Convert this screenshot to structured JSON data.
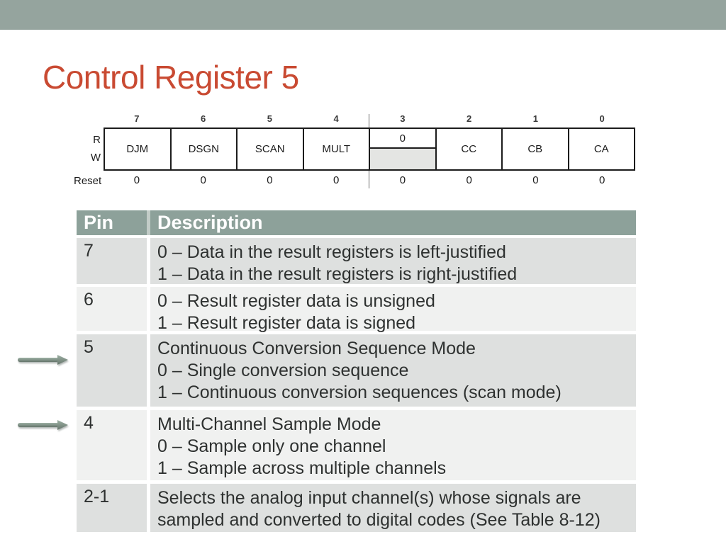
{
  "slide": {
    "title": "Control Register 5"
  },
  "register_diagram": {
    "bit_numbers": [
      "7",
      "6",
      "5",
      "4",
      "3",
      "2",
      "1",
      "0"
    ],
    "read_label": "R",
    "write_label": "W",
    "reset_label": "Reset",
    "reset_values": [
      "0",
      "0",
      "0",
      "0",
      "0",
      "0",
      "0",
      "0"
    ],
    "cells": [
      {
        "label": "DJM"
      },
      {
        "label": "DSGN"
      },
      {
        "label": "SCAN"
      },
      {
        "label": "MULT"
      },
      {
        "read_value": "0"
      },
      {
        "label": "CC"
      },
      {
        "label": "CB"
      },
      {
        "label": "CA"
      }
    ]
  },
  "pin_table": {
    "headers": {
      "pin": "Pin",
      "description": "Description"
    },
    "rows": [
      {
        "pin": "7",
        "lines": [
          "0 – Data in the result registers is left-justified",
          "1 – Data in the result registers is right-justified"
        ]
      },
      {
        "pin": "6",
        "lines": [
          "0 – Result register data is unsigned",
          "1 – Result register data is signed"
        ]
      },
      {
        "pin": "5",
        "lines": [
          "Continuous Conversion Sequence Mode",
          "0 – Single conversion sequence",
          "1 – Continuous conversion sequences (scan mode)"
        ]
      },
      {
        "pin": "4",
        "lines": [
          "Multi-Channel Sample Mode",
          "0 – Sample only one channel",
          "1 – Sample across multiple channels"
        ]
      },
      {
        "pin": "2-1",
        "lines": [
          "Selects the analog input channel(s) whose signals are sampled and converted to digital codes (See Table 8-12)"
        ]
      }
    ]
  },
  "colors": {
    "top_bar": "#95a49e",
    "title": "#c94a32",
    "table_header_bg": "#8da19a",
    "row_band_dark": "#dee0df",
    "row_band_light": "#f0f1f0",
    "write_cell_shade": "#e4e5e3",
    "arrow": "#7d9186"
  }
}
